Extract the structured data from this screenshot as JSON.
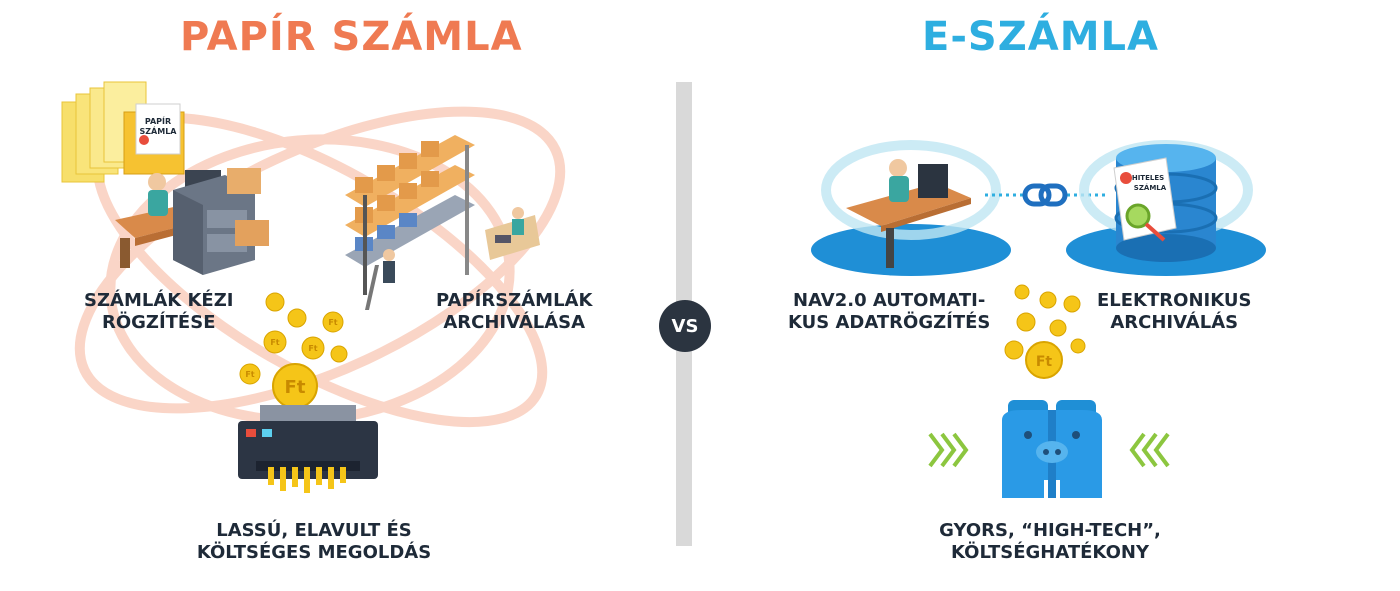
{
  "left": {
    "title": "PAPÍR SZÁMLA",
    "title_color": "#ef7a52",
    "label_manual": [
      "SZÁMLÁK KÉZI",
      "RÖGZÍTÉSE"
    ],
    "label_archive": [
      "PAPÍRSZÁMLÁK",
      "ARCHIVÁLÁSA"
    ],
    "label_bottom": [
      "LASSÚ, ELAVULT ÉS",
      "KÖLTSÉGES MEGOLDÁS"
    ],
    "envelope_text": [
      "PAPÍR",
      "SZÁMLA"
    ],
    "coin_symbol": "Ft"
  },
  "divider": {
    "vs": "VS"
  },
  "right": {
    "title": "E-SZÁMLA",
    "title_color": "#2eaee0",
    "label_auto": [
      "NAV2.0 AUTOMATI-",
      "KUS ADATRÖGZÍTÉS"
    ],
    "label_archive": [
      "ELEKTRONIKUS",
      "ARCHIVÁLÁS"
    ],
    "label_bottom": [
      "GYORS, “HIGH-TECH”,",
      "KÖLTSÉGHATÉKONY"
    ],
    "document_text": [
      "HITELES",
      "SZÁMLA"
    ],
    "coin_symbol": "Ft"
  },
  "colors": {
    "dark_text": "#1e2a38",
    "coin_gold": "#f5c518",
    "blue": "#1f8fd6",
    "green_arrows": "#8cc63f"
  },
  "icons": [
    "documents-icon",
    "office-worker-icon",
    "warehouse-shelves-icon",
    "shredder-icon",
    "coins-icon",
    "computer-worker-icon",
    "link-icon",
    "database-icon",
    "piggy-bank-icon",
    "chevron-arrows-icon"
  ]
}
